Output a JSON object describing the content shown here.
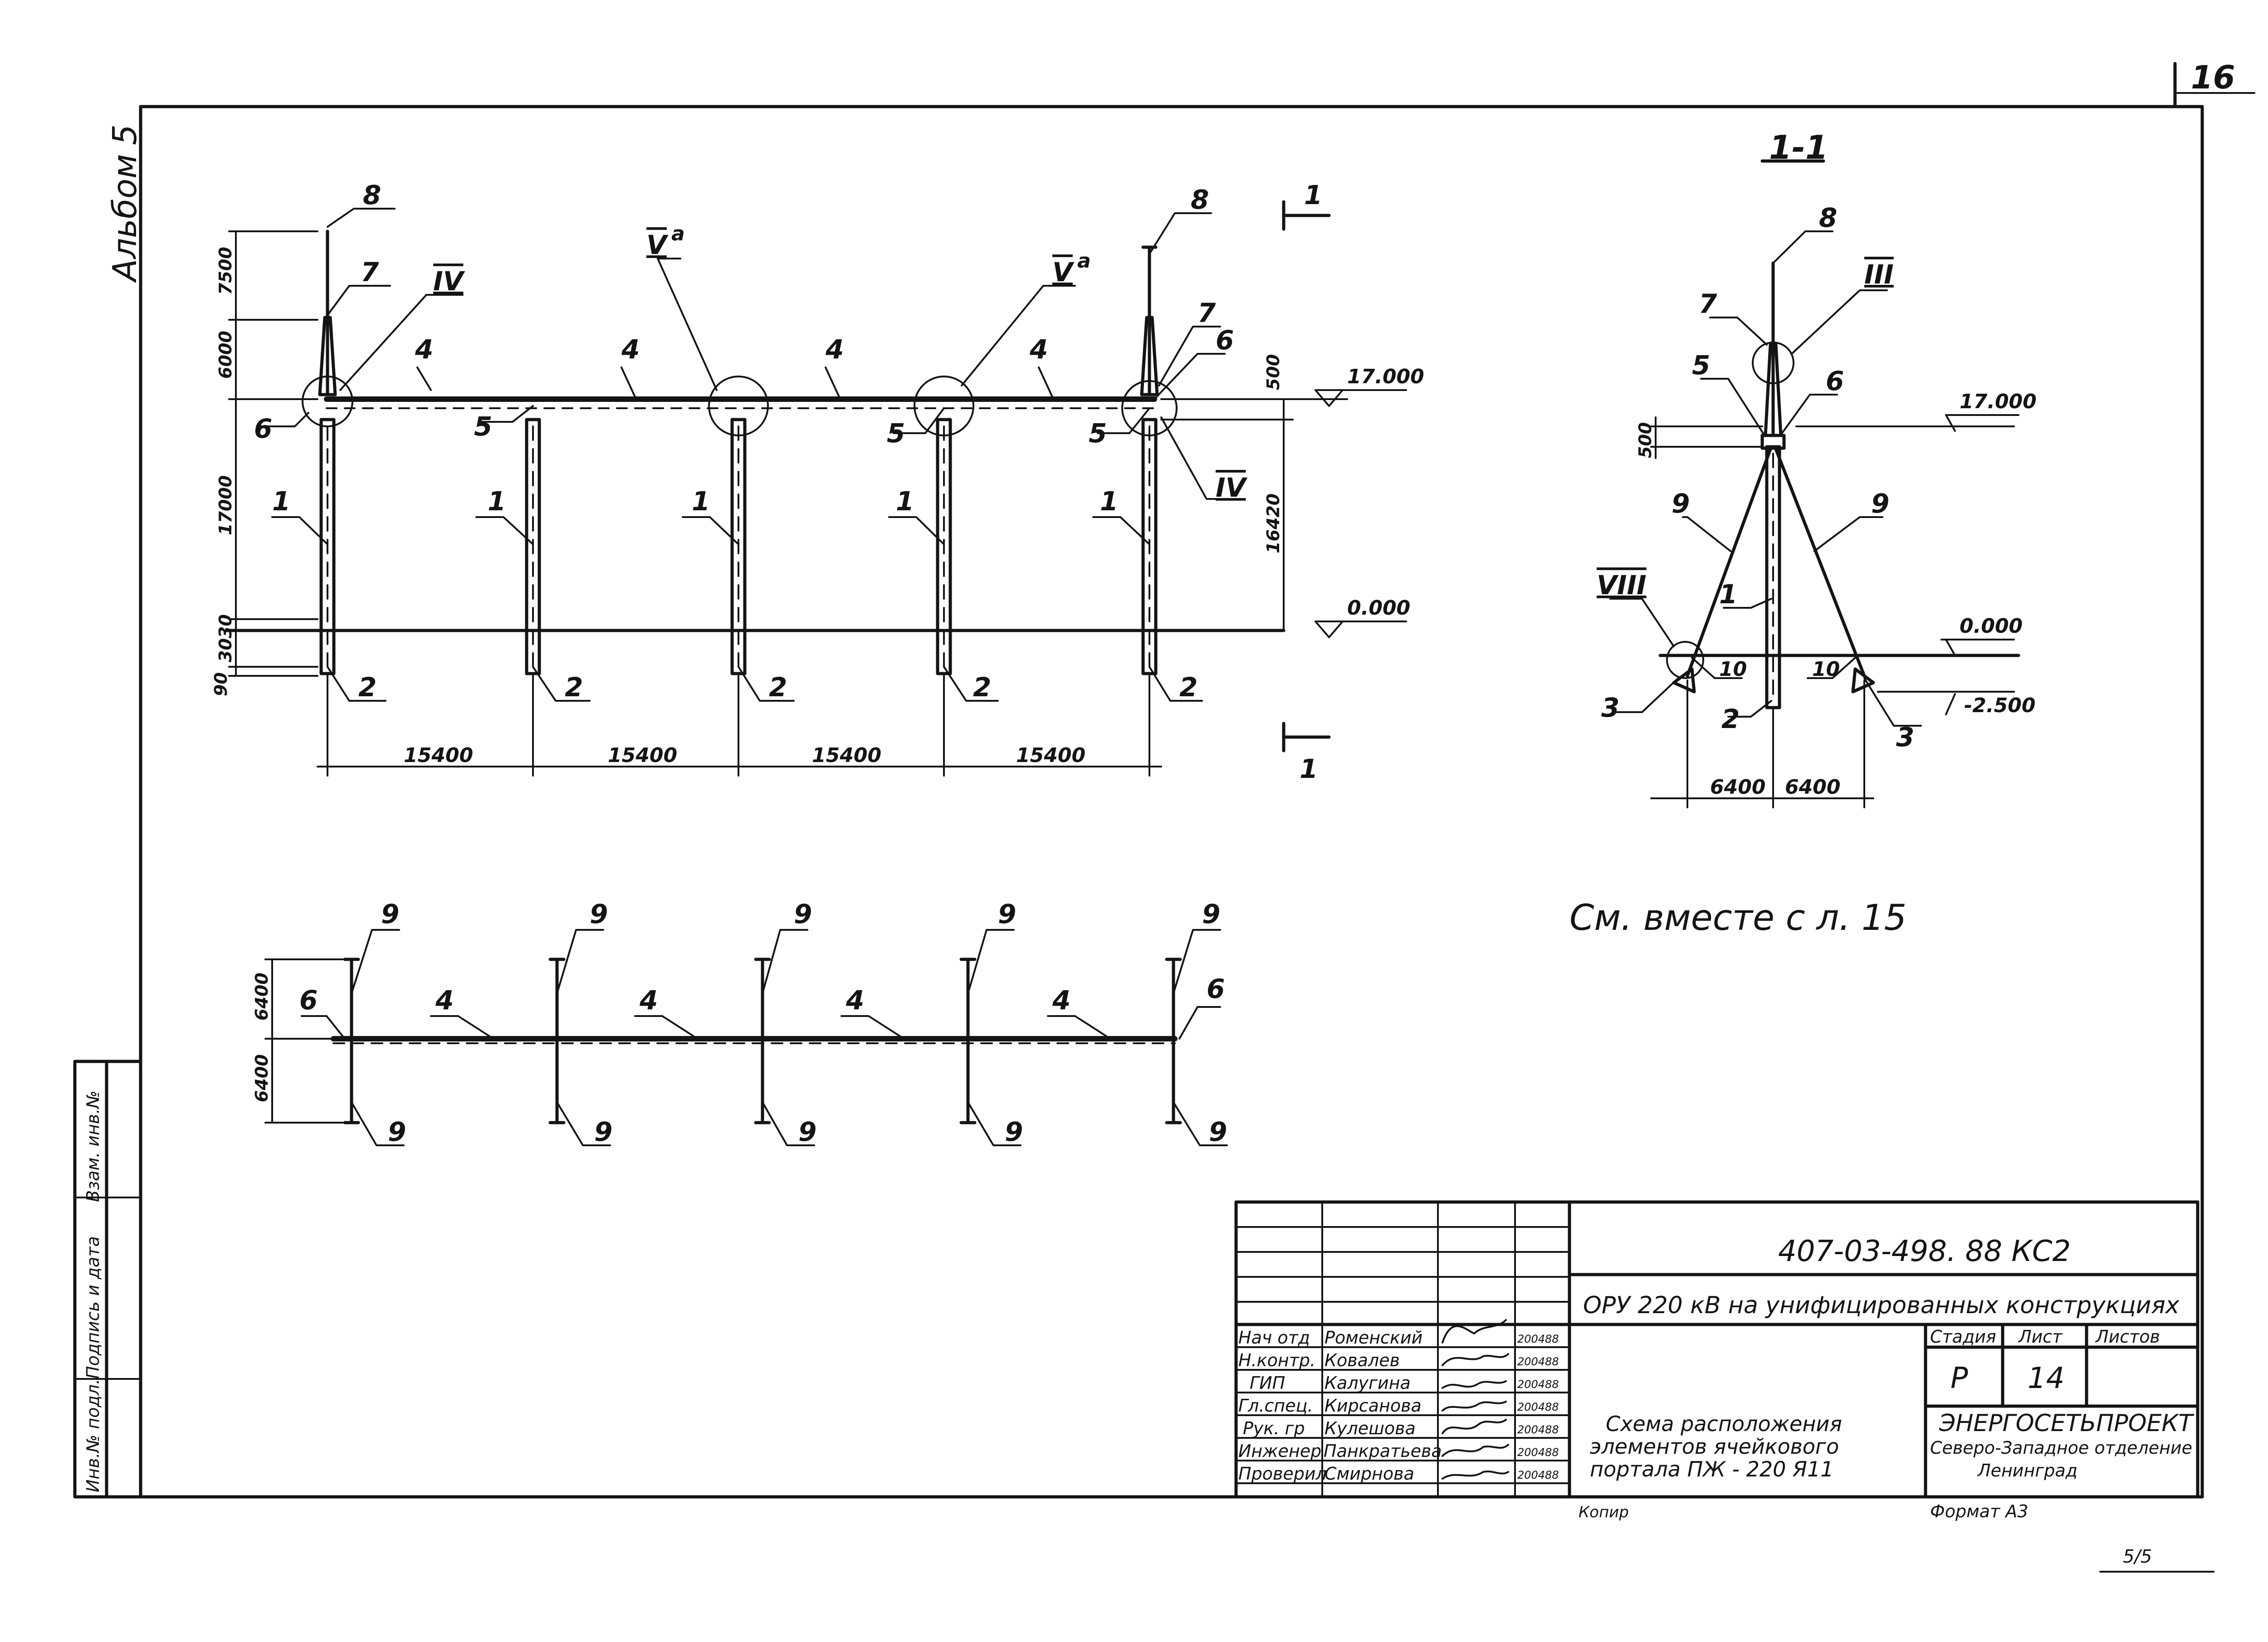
{
  "album": {
    "label": "Альбом",
    "number": "5"
  },
  "sheet_corner_number": "16",
  "front_view": {
    "column_labels": [
      "1",
      "1",
      "1",
      "1",
      "1"
    ],
    "footing_labels": [
      "2",
      "2",
      "2",
      "2",
      "2"
    ],
    "beam_labels": [
      "4",
      "4",
      "4",
      "4"
    ],
    "top_labels": {
      "left_8": "8",
      "left_7": "7",
      "left_6": "6",
      "right_8": "8",
      "right_7": "7",
      "right_6": "6",
      "node_5a": "5",
      "node_5b": "5",
      "node_5c": "5"
    },
    "node_refs": {
      "left": "IV",
      "mid1": "V",
      "mid1_sup": "a",
      "mid2": "V",
      "mid2_sup": "a",
      "right": "IV"
    },
    "vertical_dims": [
      "7500",
      "6000",
      "17000",
      "3030",
      "90"
    ],
    "right_dims": [
      "500",
      "16420"
    ],
    "bay_dims": [
      "15400",
      "15400",
      "15400",
      "15400"
    ],
    "elevations": {
      "top": "17.000",
      "ground": "0.000"
    },
    "section_mark": "1"
  },
  "section": {
    "title": "1-1",
    "labels": {
      "l8": "8",
      "l7": "7",
      "l5": "5",
      "l6": "6",
      "l9a": "9",
      "l9b": "9",
      "l1": "1",
      "l2": "2",
      "l3a": "3",
      "l3b": "3",
      "l10a": "10",
      "l10b": "10"
    },
    "node_refs": {
      "top": "III",
      "bottom": "VIII"
    },
    "dims": {
      "d500": "500",
      "left": "6400",
      "right": "6400"
    },
    "elevations": {
      "top": "17.000",
      "ground": "0.000",
      "footing": "-2.500"
    }
  },
  "plan_view": {
    "brace_labels_top": [
      "9",
      "9",
      "9",
      "9",
      "9"
    ],
    "brace_labels_bottom": [
      "9",
      "9",
      "9",
      "9",
      "9"
    ],
    "beam_labels": [
      "4",
      "4",
      "4",
      "4"
    ],
    "end_labels": [
      "6",
      "6"
    ],
    "dims": [
      "6400",
      "6400"
    ]
  },
  "note": "См. вместе с л. 15",
  "title_block": {
    "doc_code": "407-03-498. 88    КС2",
    "project": "ОРУ 220 кВ на унифицированных конструкциях",
    "drawing_title_lines": [
      "Схема расположения",
      "элементов ячейкового",
      "портала ПЖ - 220 Я11"
    ],
    "stage_header": "Стадия",
    "sheet_header": "Лист",
    "sheets_header": "Листов",
    "stage": "Р",
    "sheet": "14",
    "sheets": "",
    "org_lines": [
      "ЭНЕРГОСЕТЬПРОЕКТ",
      "Северо-Западное отделение",
      "Ленинград"
    ],
    "roles": [
      {
        "role": "Нач отд",
        "name": "Роменский",
        "date": "200488"
      },
      {
        "role": "Н.контр.",
        "name": "Ковалев",
        "date": "200488"
      },
      {
        "role": "ГИП",
        "name": "Калугина",
        "date": "200488"
      },
      {
        "role": "Гл.спец.",
        "name": "Кирсанова",
        "date": "200488"
      },
      {
        "role": "Рук. гр",
        "name": "Кулешова",
        "date": "200488"
      },
      {
        "role": "Инженер",
        "name": "Панкратьева",
        "date": "200488"
      },
      {
        "role": "Проверил",
        "name": "Смирнова",
        "date": "200488"
      }
    ],
    "copied": "Копир",
    "format": "Формат А3"
  },
  "side_stamp": {
    "inv_orig": "Инв.№ подл.",
    "sign_date": "Подпись и дата",
    "replace_inv": "Взам. инв.№"
  },
  "bottom_right": "5/5"
}
